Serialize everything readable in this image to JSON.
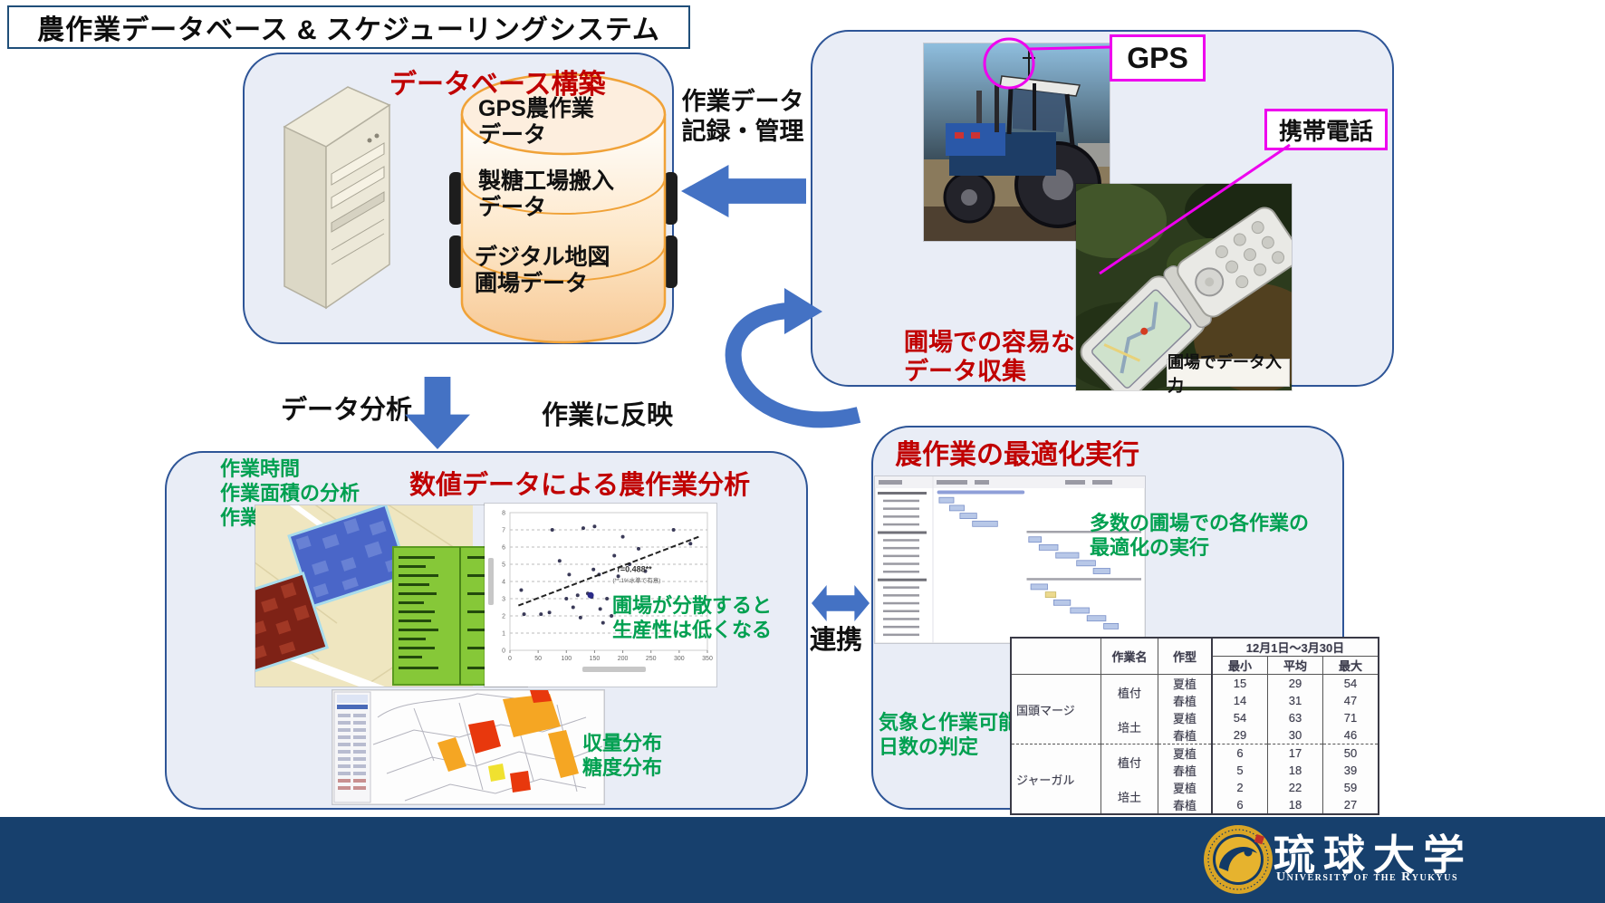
{
  "title": "農作業データベース & スケジューリングシステム",
  "colors": {
    "accent_blue": "#4472c4",
    "box_border": "#2e5597",
    "box_fill": "#e9edf6",
    "red": "#c00000",
    "green": "#00a050",
    "magenta": "#ee00ee",
    "cylinder_orange": "#f0a238",
    "footer_navy": "#17406d"
  },
  "labels": {
    "record_manage": "作業データ\n記録・管理",
    "data_analysis": "データ分析",
    "reflect": "作業に反映",
    "link": "連携"
  },
  "db_box": {
    "title": "データベース構築",
    "items": [
      "GPS農作業\nデータ",
      "製糖工場搬入\nデータ",
      "デジタル地図\n圃場データ"
    ]
  },
  "field_box": {
    "gps_label": "GPS",
    "phone_label": "携帯電話",
    "red_caption": "圃場での容易な\nデータ収集",
    "photo_caption": "圃場でデータ入力"
  },
  "analysis_box": {
    "title": "数値データによる農作業分析",
    "green_list": "作業時間\n作業面積の分析\n作業内容",
    "scatter_note": "圃場が分散すると\n生産性は低くなる",
    "distribution_note": "収量分布\n糖度分布",
    "scatter": {
      "type": "scatter",
      "annotation": "r=0.488**",
      "annotation2": "(**:1%水準で有意)",
      "xticks": [
        0,
        50,
        100,
        150,
        200,
        250,
        300,
        350
      ],
      "yticks": [
        0,
        1,
        2,
        3,
        4,
        5,
        6,
        7,
        8
      ],
      "xlim": [
        0,
        350
      ],
      "ylim": [
        0,
        8
      ],
      "trend": {
        "x1": 15,
        "y1": 2.6,
        "x2": 335,
        "y2": 6.6
      },
      "points": [
        [
          20,
          3.5
        ],
        [
          25,
          2.1
        ],
        [
          55,
          2.1
        ],
        [
          70,
          2.2
        ],
        [
          75,
          7.0
        ],
        [
          88,
          5.2
        ],
        [
          100,
          3.0
        ],
        [
          105,
          4.4
        ],
        [
          112,
          2.5
        ],
        [
          120,
          3.2
        ],
        [
          125,
          1.9
        ],
        [
          130,
          7.1
        ],
        [
          138,
          3.3
        ],
        [
          145,
          3.1
        ],
        [
          148,
          4.7
        ],
        [
          150,
          7.2
        ],
        [
          158,
          4.4
        ],
        [
          160,
          2.4
        ],
        [
          165,
          1.6
        ],
        [
          172,
          3.0
        ],
        [
          180,
          2.0
        ],
        [
          185,
          5.5
        ],
        [
          192,
          4.3
        ],
        [
          200,
          6.6
        ],
        [
          212,
          5.0
        ],
        [
          228,
          5.9
        ],
        [
          240,
          4.6
        ],
        [
          290,
          7.0
        ],
        [
          320,
          6.2
        ]
      ],
      "cluster_point": [
        143,
        3.2
      ]
    }
  },
  "optimize_box": {
    "title": "農作業の最適化実行",
    "green_note1": "多数の圃場での各作業の\n最適化の実行",
    "green_note2": "気象と作業可能\n日数の判定",
    "gantt": {
      "type": "gantt",
      "rows": 19,
      "group_rows": [
        0,
        5,
        11
      ],
      "bars": [
        {
          "r": 0,
          "x": 0.02,
          "w": 0.42,
          "t": "hdr"
        },
        {
          "r": 1,
          "x": 0.03,
          "w": 0.07,
          "t": "bar"
        },
        {
          "r": 2,
          "x": 0.08,
          "w": 0.07,
          "t": "bar"
        },
        {
          "r": 3,
          "x": 0.13,
          "w": 0.08,
          "t": "bar"
        },
        {
          "r": 4,
          "x": 0.19,
          "w": 0.12,
          "t": "bar"
        },
        {
          "r": 5,
          "x": 0.45,
          "w": 0.55,
          "t": "sum"
        },
        {
          "r": 6,
          "x": 0.46,
          "w": 0.06,
          "t": "bar"
        },
        {
          "r": 7,
          "x": 0.51,
          "w": 0.09,
          "t": "bar"
        },
        {
          "r": 8,
          "x": 0.59,
          "w": 0.11,
          "t": "bar"
        },
        {
          "r": 9,
          "x": 0.69,
          "w": 0.09,
          "t": "bar"
        },
        {
          "r": 10,
          "x": 0.77,
          "w": 0.08,
          "t": "bar"
        },
        {
          "r": 11,
          "x": 0.45,
          "w": 0.55,
          "t": "sum"
        },
        {
          "r": 12,
          "x": 0.47,
          "w": 0.08,
          "t": "bar"
        },
        {
          "r": 13,
          "x": 0.54,
          "w": 0.05,
          "t": "warn"
        },
        {
          "r": 14,
          "x": 0.58,
          "w": 0.08,
          "t": "bar"
        },
        {
          "r": 15,
          "x": 0.66,
          "w": 0.09,
          "t": "bar"
        },
        {
          "r": 16,
          "x": 0.74,
          "w": 0.09,
          "t": "bar"
        },
        {
          "r": 17,
          "x": 0.82,
          "w": 0.07,
          "t": "bar"
        }
      ]
    },
    "table": {
      "col_headers": [
        "",
        "作業名",
        "作型",
        "12月1日～3月30日"
      ],
      "sub_headers": [
        "最小",
        "平均",
        "最大"
      ],
      "rows": [
        [
          "国頭マージ",
          "植付",
          "夏植",
          15,
          29,
          54
        ],
        [
          "",
          "",
          "春植",
          14,
          31,
          47
        ],
        [
          "",
          "培土",
          "夏植",
          54,
          63,
          71
        ],
        [
          "",
          "",
          "春植",
          29,
          30,
          46
        ],
        [
          "ジャーガル",
          "植付",
          "夏植",
          6,
          17,
          50
        ],
        [
          "",
          "",
          "春植",
          5,
          18,
          39
        ],
        [
          "",
          "培土",
          "夏植",
          2,
          22,
          59
        ],
        [
          "",
          "",
          "春植",
          6,
          18,
          27
        ]
      ]
    }
  },
  "footer": {
    "university_jp": "琉球大学",
    "university_en": "University of the Ryukyus"
  }
}
